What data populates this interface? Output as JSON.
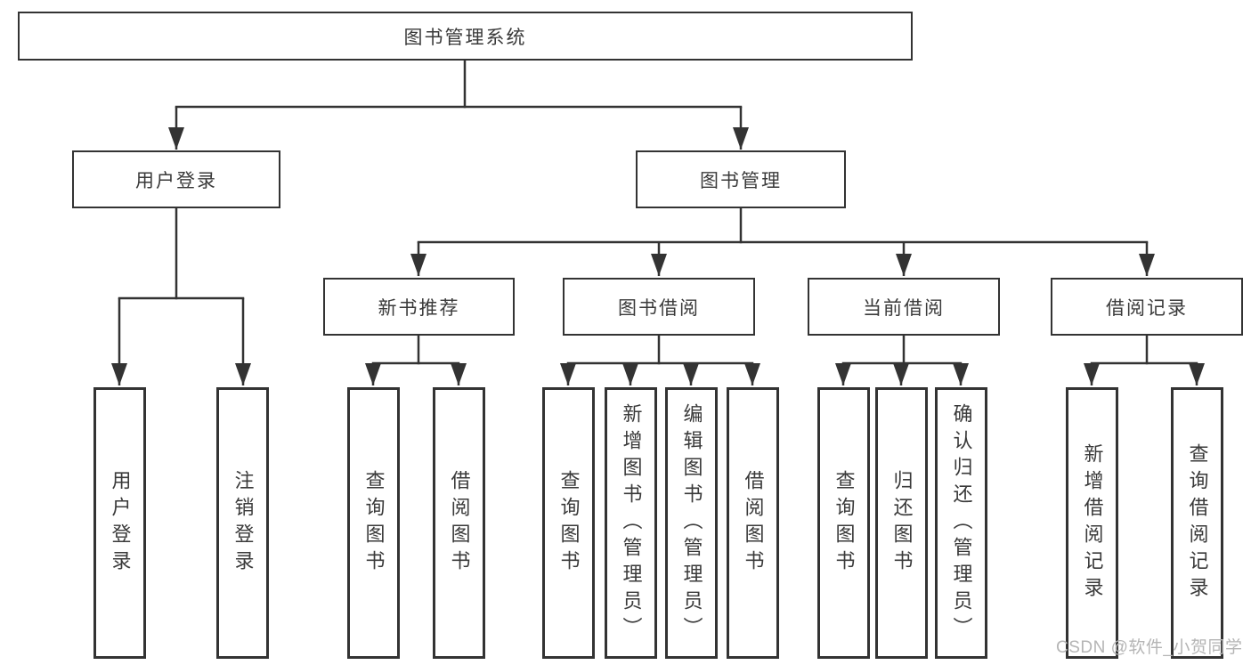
{
  "root": {
    "label": "图书管理系统"
  },
  "branches": {
    "user_login": {
      "label": "用户登录",
      "children": [
        {
          "label": "用户登录"
        },
        {
          "label": "注销登录"
        }
      ]
    },
    "book_management": {
      "label": "图书管理",
      "children": {
        "new_books": {
          "label": "新书推荐",
          "children": [
            {
              "label": "查询图书"
            },
            {
              "label": "借阅图书"
            }
          ]
        },
        "book_borrowing": {
          "label": "图书借阅",
          "children": [
            {
              "label": "查询图书"
            },
            {
              "label": "新增图书（管理员）"
            },
            {
              "label": "编辑图书（管理员）"
            },
            {
              "label": "借阅图书"
            }
          ]
        },
        "current_borrowing": {
          "label": "当前借阅",
          "children": [
            {
              "label": "查询图书"
            },
            {
              "label": "归还图书"
            },
            {
              "label": "确认归还（管理员）"
            }
          ]
        },
        "borrow_records": {
          "label": "借阅记录",
          "children": [
            {
              "label": "新增借阅记录"
            },
            {
              "label": "查询借阅记录"
            }
          ]
        }
      }
    }
  },
  "watermark": "CSDN @软件_小贺同学",
  "colors": {
    "line": "#333333",
    "text": "#3a3a3a",
    "watermark": "#b5b5b5",
    "background": "#ffffff"
  }
}
